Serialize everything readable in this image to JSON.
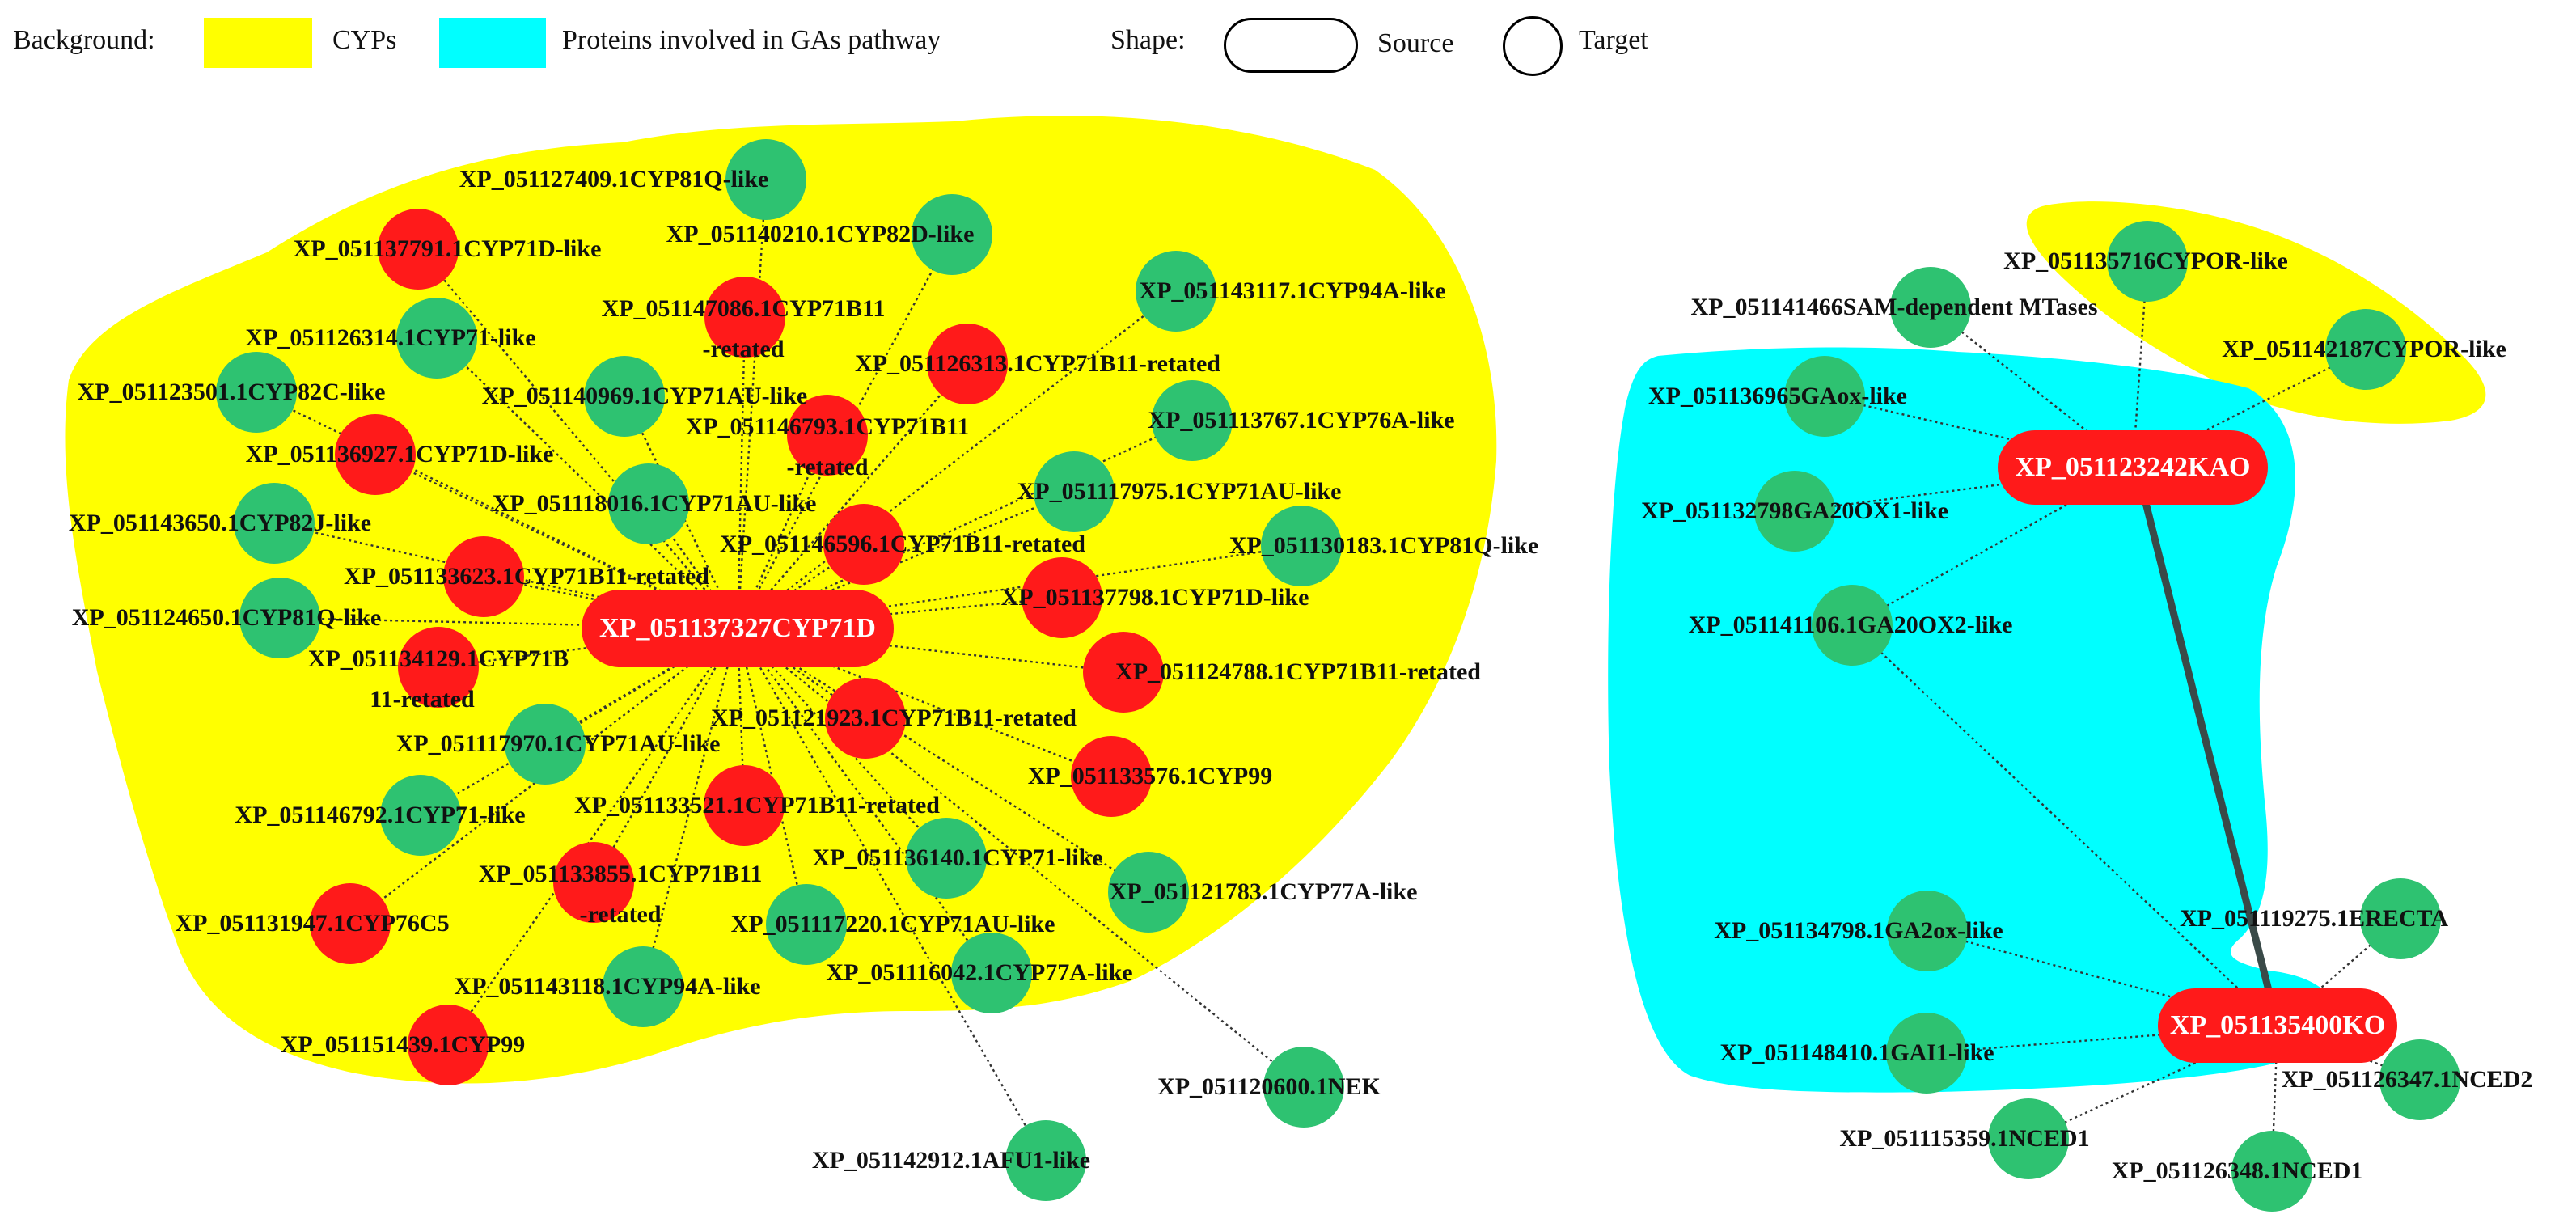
{
  "colors": {
    "cyp_background": "#ffff00",
    "ga_background": "#00ffff",
    "target_node": "#2ec271",
    "cyp_node": "#ff1a1a",
    "hub_node": "#ff1a1a",
    "edge": "#333333",
    "strong_edge": "#3a4a48"
  },
  "legend": {
    "background_label": "Background:",
    "cyps_label": "CYPs",
    "ga_label": "Proteins involved in GAs pathway",
    "shape_label": "Shape:",
    "source_label": "Source",
    "target_label": "Target"
  },
  "network": {
    "left_hub": {
      "id": "XP_051137327CYP71D",
      "label": "XP_051137327CYP71D"
    },
    "left_nodes": [
      {
        "id": "n01",
        "label": "XP_051127409.1CYP81Q-like",
        "kind": "target"
      },
      {
        "id": "n02",
        "label": "XP_051137791.1CYP71D-like",
        "kind": "cyp"
      },
      {
        "id": "n03",
        "label": "XP_051140210.1CYP82D-like",
        "kind": "target"
      },
      {
        "id": "n04",
        "label": "XP_051147086.1CYP71B11",
        "label2": "-retated",
        "kind": "cyp"
      },
      {
        "id": "n05",
        "label": "XP_051143117.1CYP94A-like",
        "kind": "target"
      },
      {
        "id": "n06",
        "label": "XP_051126314.1CYP71-like",
        "kind": "target"
      },
      {
        "id": "n07",
        "label": "XP_051126313.1CYP71B11-retated",
        "kind": "cyp"
      },
      {
        "id": "n08",
        "label": "XP_051123501.1CYP82C-like",
        "kind": "target"
      },
      {
        "id": "n09",
        "label": "XP_051140969.1CYP71AU-like",
        "kind": "target"
      },
      {
        "id": "n10",
        "label": "XP_051146793.1CYP71B11",
        "label2": "-retated",
        "kind": "cyp"
      },
      {
        "id": "n11",
        "label": "XP_051113767.1CYP76A-like",
        "kind": "target"
      },
      {
        "id": "n12",
        "label": "XP_051136927.1CYP71D-like",
        "kind": "cyp"
      },
      {
        "id": "n13",
        "label": "XP_051118016.1CYP71AU-like",
        "kind": "target"
      },
      {
        "id": "n14",
        "label": "XP_051117975.1CYP71AU-like",
        "kind": "target"
      },
      {
        "id": "n15",
        "label": "XP_051143650.1CYP82J-like",
        "kind": "target"
      },
      {
        "id": "n16",
        "label": "XP_051146596.1CYP71B11-retated",
        "kind": "cyp"
      },
      {
        "id": "n17",
        "label": "XP_051130183.1CYP81Q-like",
        "kind": "target"
      },
      {
        "id": "n18",
        "label": "XP_051133623.1CYP71B11-retated",
        "kind": "cyp"
      },
      {
        "id": "n19",
        "label": "XP_051137798.1CYP71D-like",
        "kind": "cyp"
      },
      {
        "id": "n20",
        "label": "XP_051124650.1CYP81Q-like",
        "kind": "target"
      },
      {
        "id": "n21",
        "label": "XP_051134129.1CYP71B",
        "label2": "11-retated",
        "kind": "cyp"
      },
      {
        "id": "n22",
        "label": "XP_051124788.1CYP71B11-retated",
        "kind": "cyp"
      },
      {
        "id": "n23",
        "label": "XP_051121923.1CYP71B11-retated",
        "kind": "cyp"
      },
      {
        "id": "n24",
        "label": "XP_051117970.1CYP71AU-like",
        "kind": "target"
      },
      {
        "id": "n25",
        "label": "XP_051133576.1CYP99",
        "kind": "cyp"
      },
      {
        "id": "n26",
        "label": "XP_051146792.1CYP71-like",
        "kind": "target"
      },
      {
        "id": "n27",
        "label": "XP_051133521.1CYP71B11-retated",
        "kind": "cyp"
      },
      {
        "id": "n28",
        "label": "XP_051136140.1CYP71-like",
        "kind": "target"
      },
      {
        "id": "n29",
        "label": "XP_051133855.1CYP71B11",
        "label2": "-retated",
        "kind": "cyp"
      },
      {
        "id": "n30",
        "label": "XP_051121783.1CYP77A-like",
        "kind": "target"
      },
      {
        "id": "n31",
        "label": "XP_051131947.1CYP76C5",
        "kind": "cyp"
      },
      {
        "id": "n32",
        "label": "XP_051117220.1CYP71AU-like",
        "kind": "target"
      },
      {
        "id": "n33",
        "label": "XP_051143118.1CYP94A-like",
        "kind": "target"
      },
      {
        "id": "n34",
        "label": "XP_051116042.1CYP77A-like",
        "kind": "target"
      },
      {
        "id": "n35",
        "label": "XP_051151439.1CYP99",
        "kind": "cyp"
      },
      {
        "id": "n36",
        "label": "XP_051120600.1NEK",
        "kind": "target"
      },
      {
        "id": "n37",
        "label": "XP_051142912.1AFU1-like",
        "kind": "target"
      }
    ],
    "right_hub_top": {
      "id": "XP_051123242KAO",
      "label": "XP_051123242KAO"
    },
    "right_hub_bottom": {
      "id": "XP_051135400KO",
      "label": "XP_051135400KO"
    },
    "right_nodes": [
      {
        "id": "r01",
        "label": "XP_051135716CYPOR-like",
        "kind": "target"
      },
      {
        "id": "r02",
        "label": "XP_051141466SAM-dependent MTases",
        "kind": "target"
      },
      {
        "id": "r03",
        "label": "XP_051142187CYPOR-like",
        "kind": "target"
      },
      {
        "id": "r04",
        "label": "XP_051136965GAox-like",
        "kind": "target"
      },
      {
        "id": "r05",
        "label": "XP_051132798GA20OX1-like",
        "kind": "target"
      },
      {
        "id": "r06",
        "label": "XP_051141106.1GA20OX2-like",
        "kind": "target"
      },
      {
        "id": "r07",
        "label": "XP_051119275.1ERECTA",
        "kind": "target"
      },
      {
        "id": "r08",
        "label": "XP_051134798.1GA2ox-like",
        "kind": "target"
      },
      {
        "id": "r09",
        "label": "XP_051148410.1GAI1-like",
        "kind": "target"
      },
      {
        "id": "r10",
        "label": "XP_051126347.1NCED2",
        "kind": "target"
      },
      {
        "id": "r11",
        "label": "XP_051115359.1NCED1",
        "kind": "target"
      },
      {
        "id": "r12",
        "label": "XP_051126348.1NCED1",
        "kind": "target"
      }
    ],
    "right_edges": [
      [
        "r01",
        "XP_051123242KAO"
      ],
      [
        "r02",
        "XP_051123242KAO"
      ],
      [
        "r03",
        "XP_051123242KAO"
      ],
      [
        "r04",
        "XP_051123242KAO"
      ],
      [
        "r05",
        "XP_051123242KAO"
      ],
      [
        "r06",
        "XP_051123242KAO"
      ],
      [
        "r06",
        "XP_051135400KO"
      ],
      [
        "r07",
        "XP_051135400KO"
      ],
      [
        "r08",
        "XP_051135400KO"
      ],
      [
        "r09",
        "XP_051135400KO"
      ],
      [
        "r10",
        "XP_051135400KO"
      ],
      [
        "r11",
        "XP_051135400KO"
      ],
      [
        "r12",
        "XP_051135400KO"
      ]
    ],
    "strong_edge": [
      "XP_051123242KAO",
      "XP_051135400KO"
    ]
  }
}
